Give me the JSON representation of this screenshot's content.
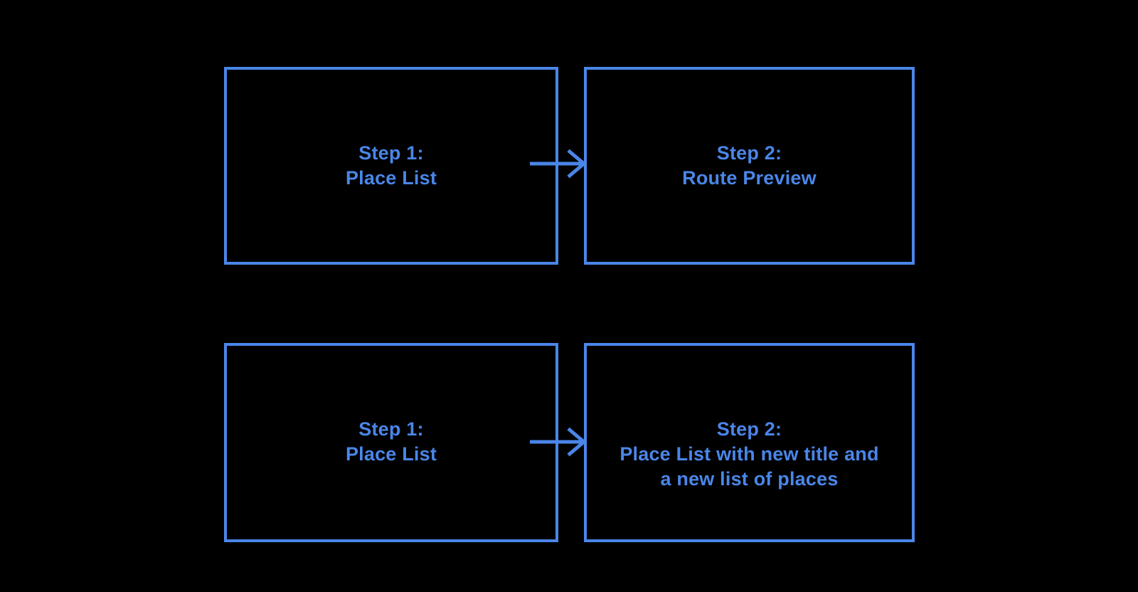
{
  "theme": {
    "background": "#000000",
    "accent": "#4a86e8",
    "text_color": "#4a86e8"
  },
  "diagram": {
    "boxes": [
      {
        "id": "row1-step1",
        "lines": [
          "Step 1:",
          "Place List"
        ]
      },
      {
        "id": "row1-step2",
        "lines": [
          "Step 2:",
          "Route Preview"
        ]
      },
      {
        "id": "row2-step1",
        "lines": [
          "Step 1:",
          "Place List"
        ]
      },
      {
        "id": "row2-step2",
        "lines": [
          "Step 2:",
          "Place List with new title and",
          "a new list of places"
        ]
      }
    ],
    "connectors": [
      {
        "from": "row1-step1",
        "to": "row1-step2",
        "type": "arrow-right"
      },
      {
        "from": "row2-step1",
        "to": "row2-step2",
        "type": "arrow-right"
      }
    ]
  }
}
